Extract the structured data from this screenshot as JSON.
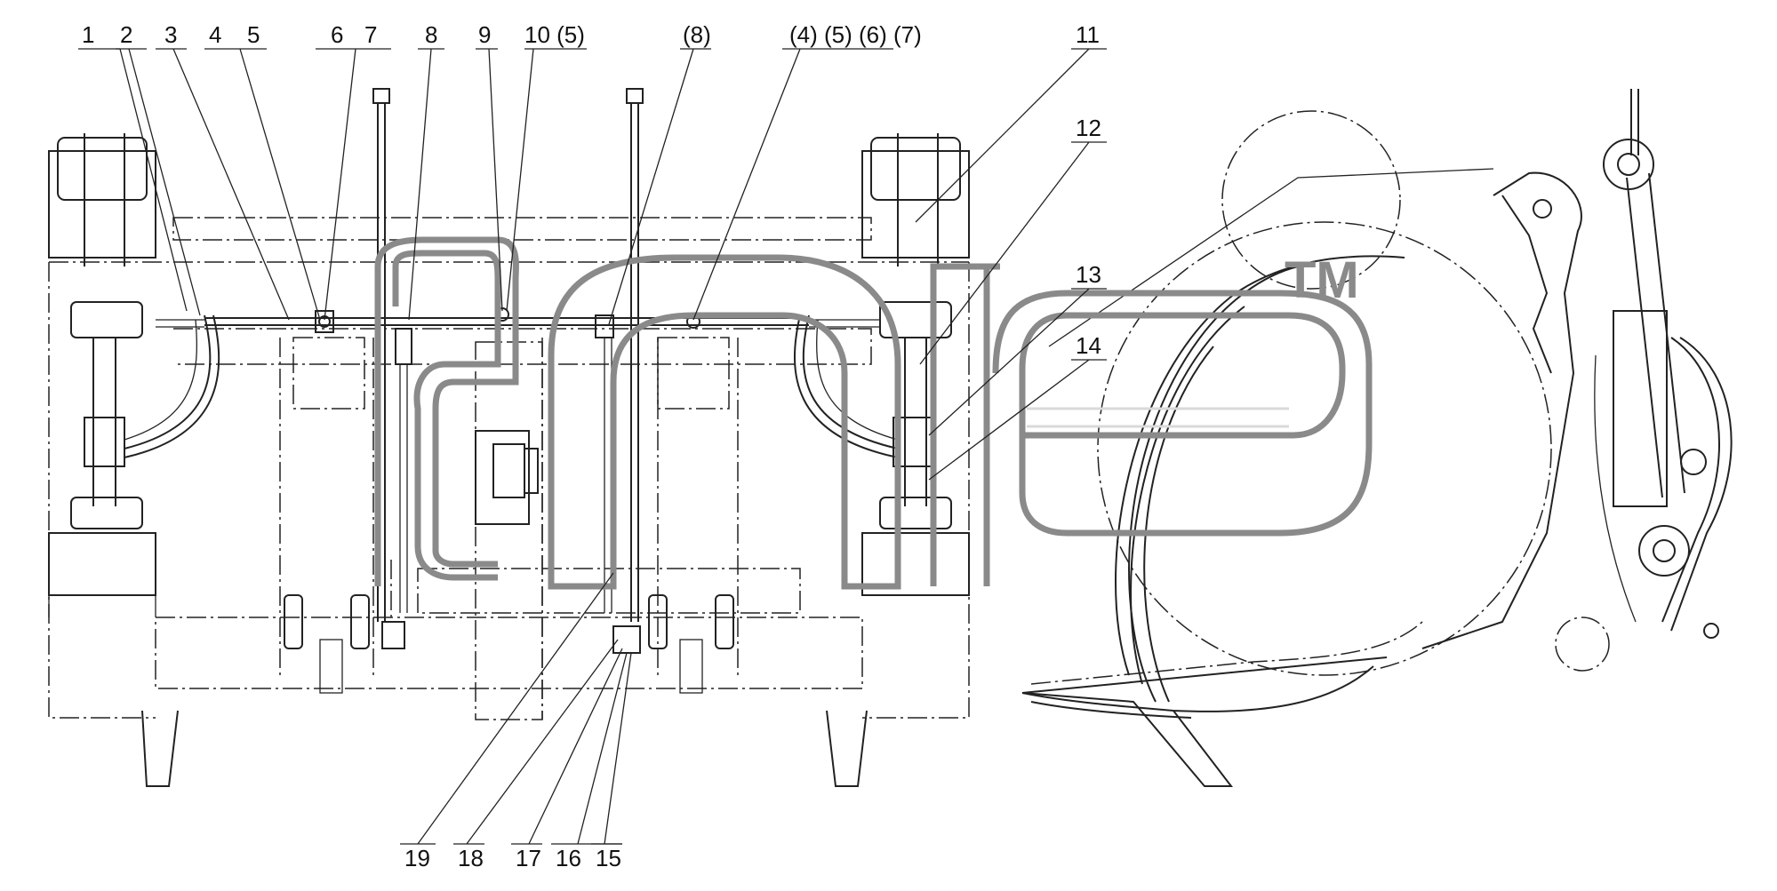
{
  "watermark": {
    "text": "ane",
    "trademark": "TM"
  },
  "callouts_top": [
    "1",
    "2",
    "3",
    "4",
    "5",
    "6",
    "7",
    "8",
    "9",
    "10 (5)",
    "(8)",
    "(4) (5) (6) (7)",
    "11",
    "12",
    "13",
    "14"
  ],
  "callouts_bottom": [
    "19",
    "18",
    "17",
    "16",
    "15"
  ],
  "colors": {
    "line": "#222222",
    "watermark": "#8a8a8a"
  }
}
